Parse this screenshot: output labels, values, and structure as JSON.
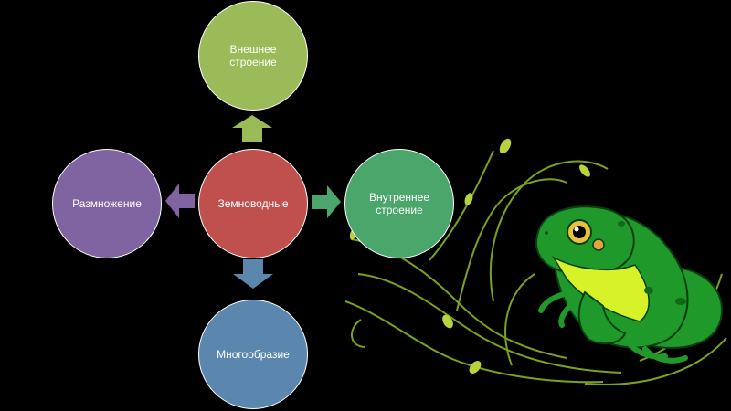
{
  "diagram": {
    "center": {
      "label": "Земноводные",
      "color": "#c0504d"
    },
    "top": {
      "label": "Внешнее строение",
      "color": "#9bbb59"
    },
    "right": {
      "label": "Внутреннее строение",
      "color": "#4aa66a"
    },
    "bottom": {
      "label": "Многообразие",
      "color": "#5b86ad"
    },
    "left": {
      "label": "Размножение",
      "color": "#8064a2"
    }
  },
  "colors": {
    "background": "#000000",
    "frog_body": "#1f9a2a",
    "frog_belly": "#d8f22a",
    "vines": "#7aa21c"
  },
  "illustration": {
    "subject": "frog-on-vines"
  }
}
